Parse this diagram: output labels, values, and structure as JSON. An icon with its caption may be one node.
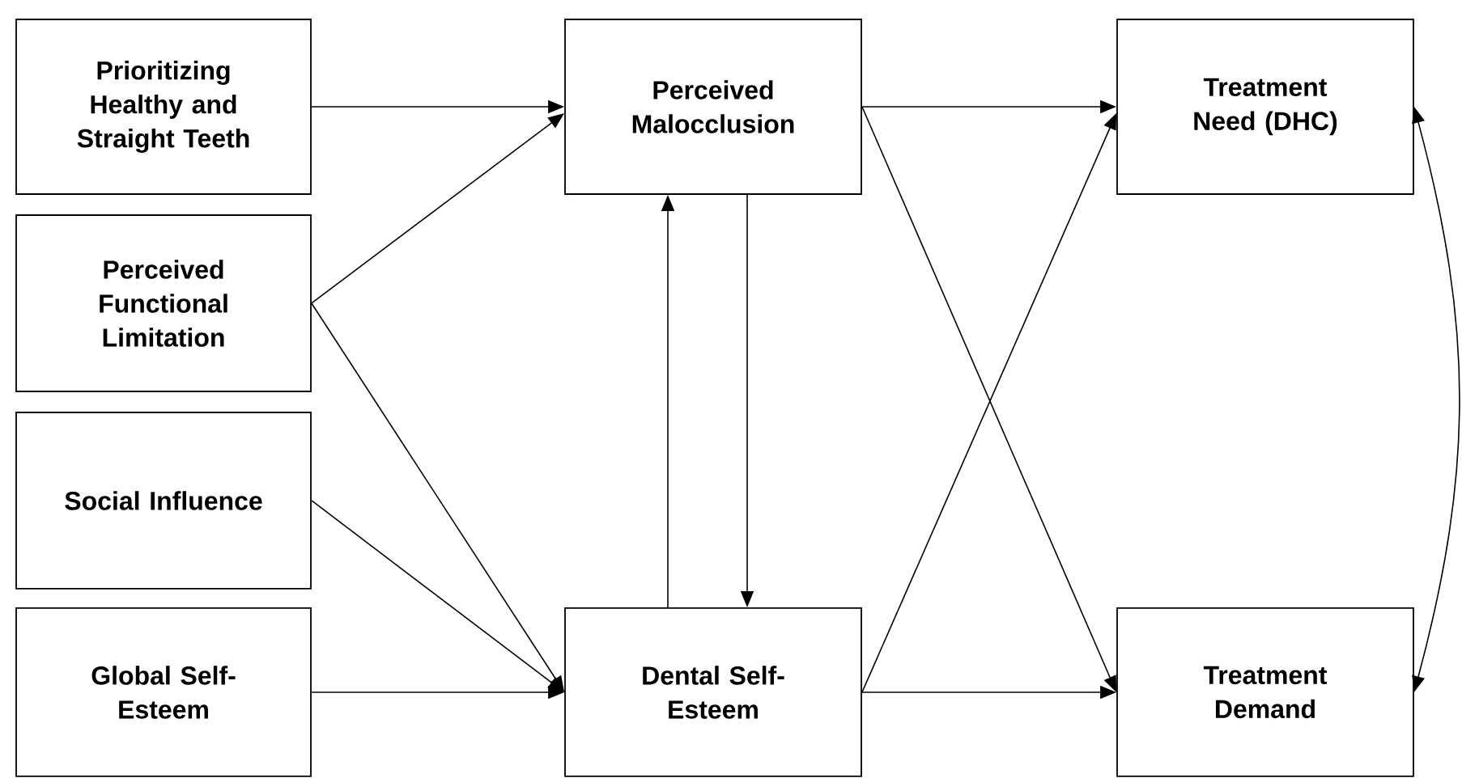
{
  "diagram": {
    "nodes": [
      {
        "text": [
          "Prioritizing Healthy and Straight Teeth"
        ]
      },
      {
        "text": [
          "Perceived Functional Limitation"
        ]
      },
      {
        "text": [
          "Social Influence"
        ]
      },
      {
        "text": [
          "Global Self-Esteem"
        ]
      },
      {
        "text": [
          "Perceived Malocclusion"
        ]
      },
      {
        "text": [
          "Dental Self-Esteem"
        ]
      },
      {
        "text": [
          "Treatment Need (DHC)"
        ]
      },
      {
        "text": [
          "Treatment Demand"
        ]
      }
    ],
    "edges": [
      {
        "from": 0,
        "to": 4,
        "arrow": "to"
      },
      {
        "from": 1,
        "to": 4,
        "arrow": "to"
      },
      {
        "from": 1,
        "to": 5,
        "arrow": "to"
      },
      {
        "from": 2,
        "to": 5,
        "arrow": "to"
      },
      {
        "from": 3,
        "to": 5,
        "arrow": "to"
      },
      {
        "from": 5,
        "to": 4,
        "arrow": "to"
      },
      {
        "from": 4,
        "to": 5,
        "arrow": "to"
      },
      {
        "from": 4,
        "to": 6,
        "arrow": "to"
      },
      {
        "from": 4,
        "to": 7,
        "arrow": "to"
      },
      {
        "from": 5,
        "to": 6,
        "arrow": "to"
      },
      {
        "from": 5,
        "to": 7,
        "arrow": "to"
      },
      {
        "from": 6,
        "to": 7,
        "arrow": "both"
      }
    ]
  }
}
